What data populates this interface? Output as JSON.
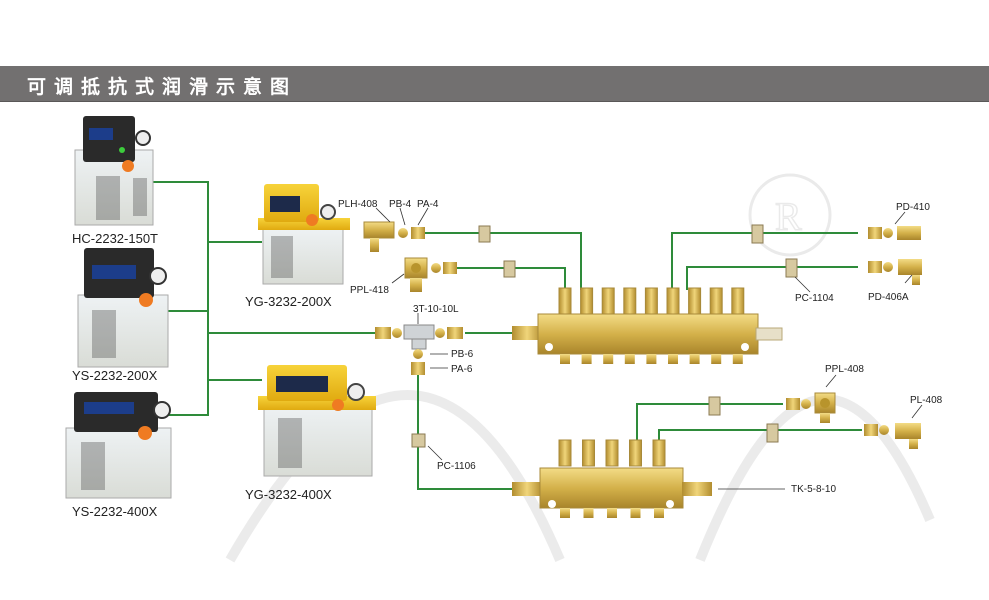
{
  "header": {
    "title": "可调抵抗式润滑示意图"
  },
  "colors": {
    "header_bg": "#727070",
    "pipe": "#2e8b3a",
    "brass": "#d8b64a",
    "yellow_unit": "#f0c21a",
    "black_unit": "#2a2a2a"
  },
  "pumps": [
    {
      "model": "HC-2232-150T",
      "type": "black"
    },
    {
      "model": "YS-2232-200X",
      "type": "black"
    },
    {
      "model": "YS-2232-400X",
      "type": "black"
    },
    {
      "model": "YG-3232-200X",
      "type": "yellow"
    },
    {
      "model": "YG-3232-400X",
      "type": "yellow"
    }
  ],
  "parts": {
    "plh408": "PLH-408",
    "pb4": "PB-4",
    "pa4": "PA-4",
    "ppl418": "PPL-418",
    "tee": "3T-10-10L",
    "pb6": "PB-6",
    "pa6": "PA-6",
    "pc1106": "PC-1106",
    "pd410": "PD-410",
    "pd406a": "PD-406A",
    "pc1104": "PC-1104",
    "ppl408": "PPL-408",
    "pl408": "PL-408",
    "tk": "TK-5-8-10"
  },
  "distributors": [
    {
      "name": "upper-distributor",
      "outlets": 9
    },
    {
      "name": "lower-distributor",
      "outlets": 5
    }
  ]
}
